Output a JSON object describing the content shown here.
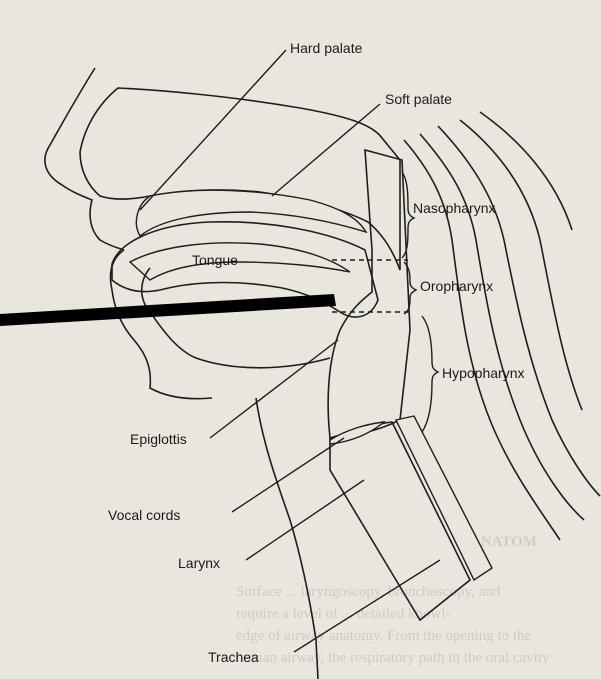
{
  "labels": {
    "hard_palate": "Hard palate",
    "soft_palate": "Soft palate",
    "nasopharynx": "Nasopharynx",
    "tongue": "Tongue",
    "oropharynx": "Oropharynx",
    "hypopharynx": "Hypopharynx",
    "epiglottis": "Epiglottis",
    "vocal_cords": "Vocal cords",
    "larynx": "Larynx",
    "trachea": "Trachea"
  },
  "colors": {
    "tissue": "#5d9e95",
    "background": "#e9e6dd",
    "ink": "#1a1a1a",
    "bar": "#000000"
  },
  "background_text": {
    "heading": "ANATOM",
    "line1": "Surface ... laryngoscopy, bronchoscopy, and",
    "line2": "require a level of ... detailed knowl-",
    "line3": "edge of airway anatomy. From the opening to the",
    "line4": "human airway, the respiratory path in the oral cavity"
  }
}
